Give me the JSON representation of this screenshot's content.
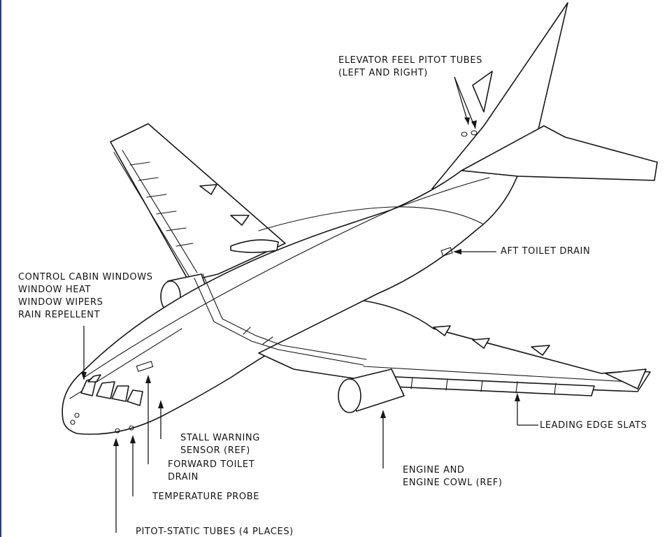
{
  "callouts": {
    "elevator_feel": {
      "line1": "ELEVATOR FEEL PITOT TUBES",
      "line2": "(LEFT AND RIGHT)"
    },
    "aft_toilet": {
      "line1": "AFT TOILET DRAIN"
    },
    "cabin_windows": {
      "line1": "CONTROL CABIN WINDOWS",
      "line2": "WINDOW HEAT",
      "line3": "WINDOW WIPERS",
      "line4": "RAIN REPELLENT"
    },
    "stall_warning": {
      "line1": "STALL WARNING",
      "line2": "SENSOR (REF)"
    },
    "forward_toilet": {
      "line1": "FORWARD TOILET",
      "line2": "DRAIN"
    },
    "temperature_probe": {
      "line1": "TEMPERATURE PROBE"
    },
    "pitot_static": {
      "line1": "PITOT-STATIC TUBES (4 PLACES)"
    },
    "engine_cowl": {
      "line1": "ENGINE AND",
      "line2": "ENGINE COWL (REF)"
    },
    "leading_edge": {
      "line1": "LEADING EDGE SLATS"
    }
  },
  "colors": {
    "line": "#161616",
    "background": "#ffffff",
    "edge_accent": "#2d3a78"
  }
}
